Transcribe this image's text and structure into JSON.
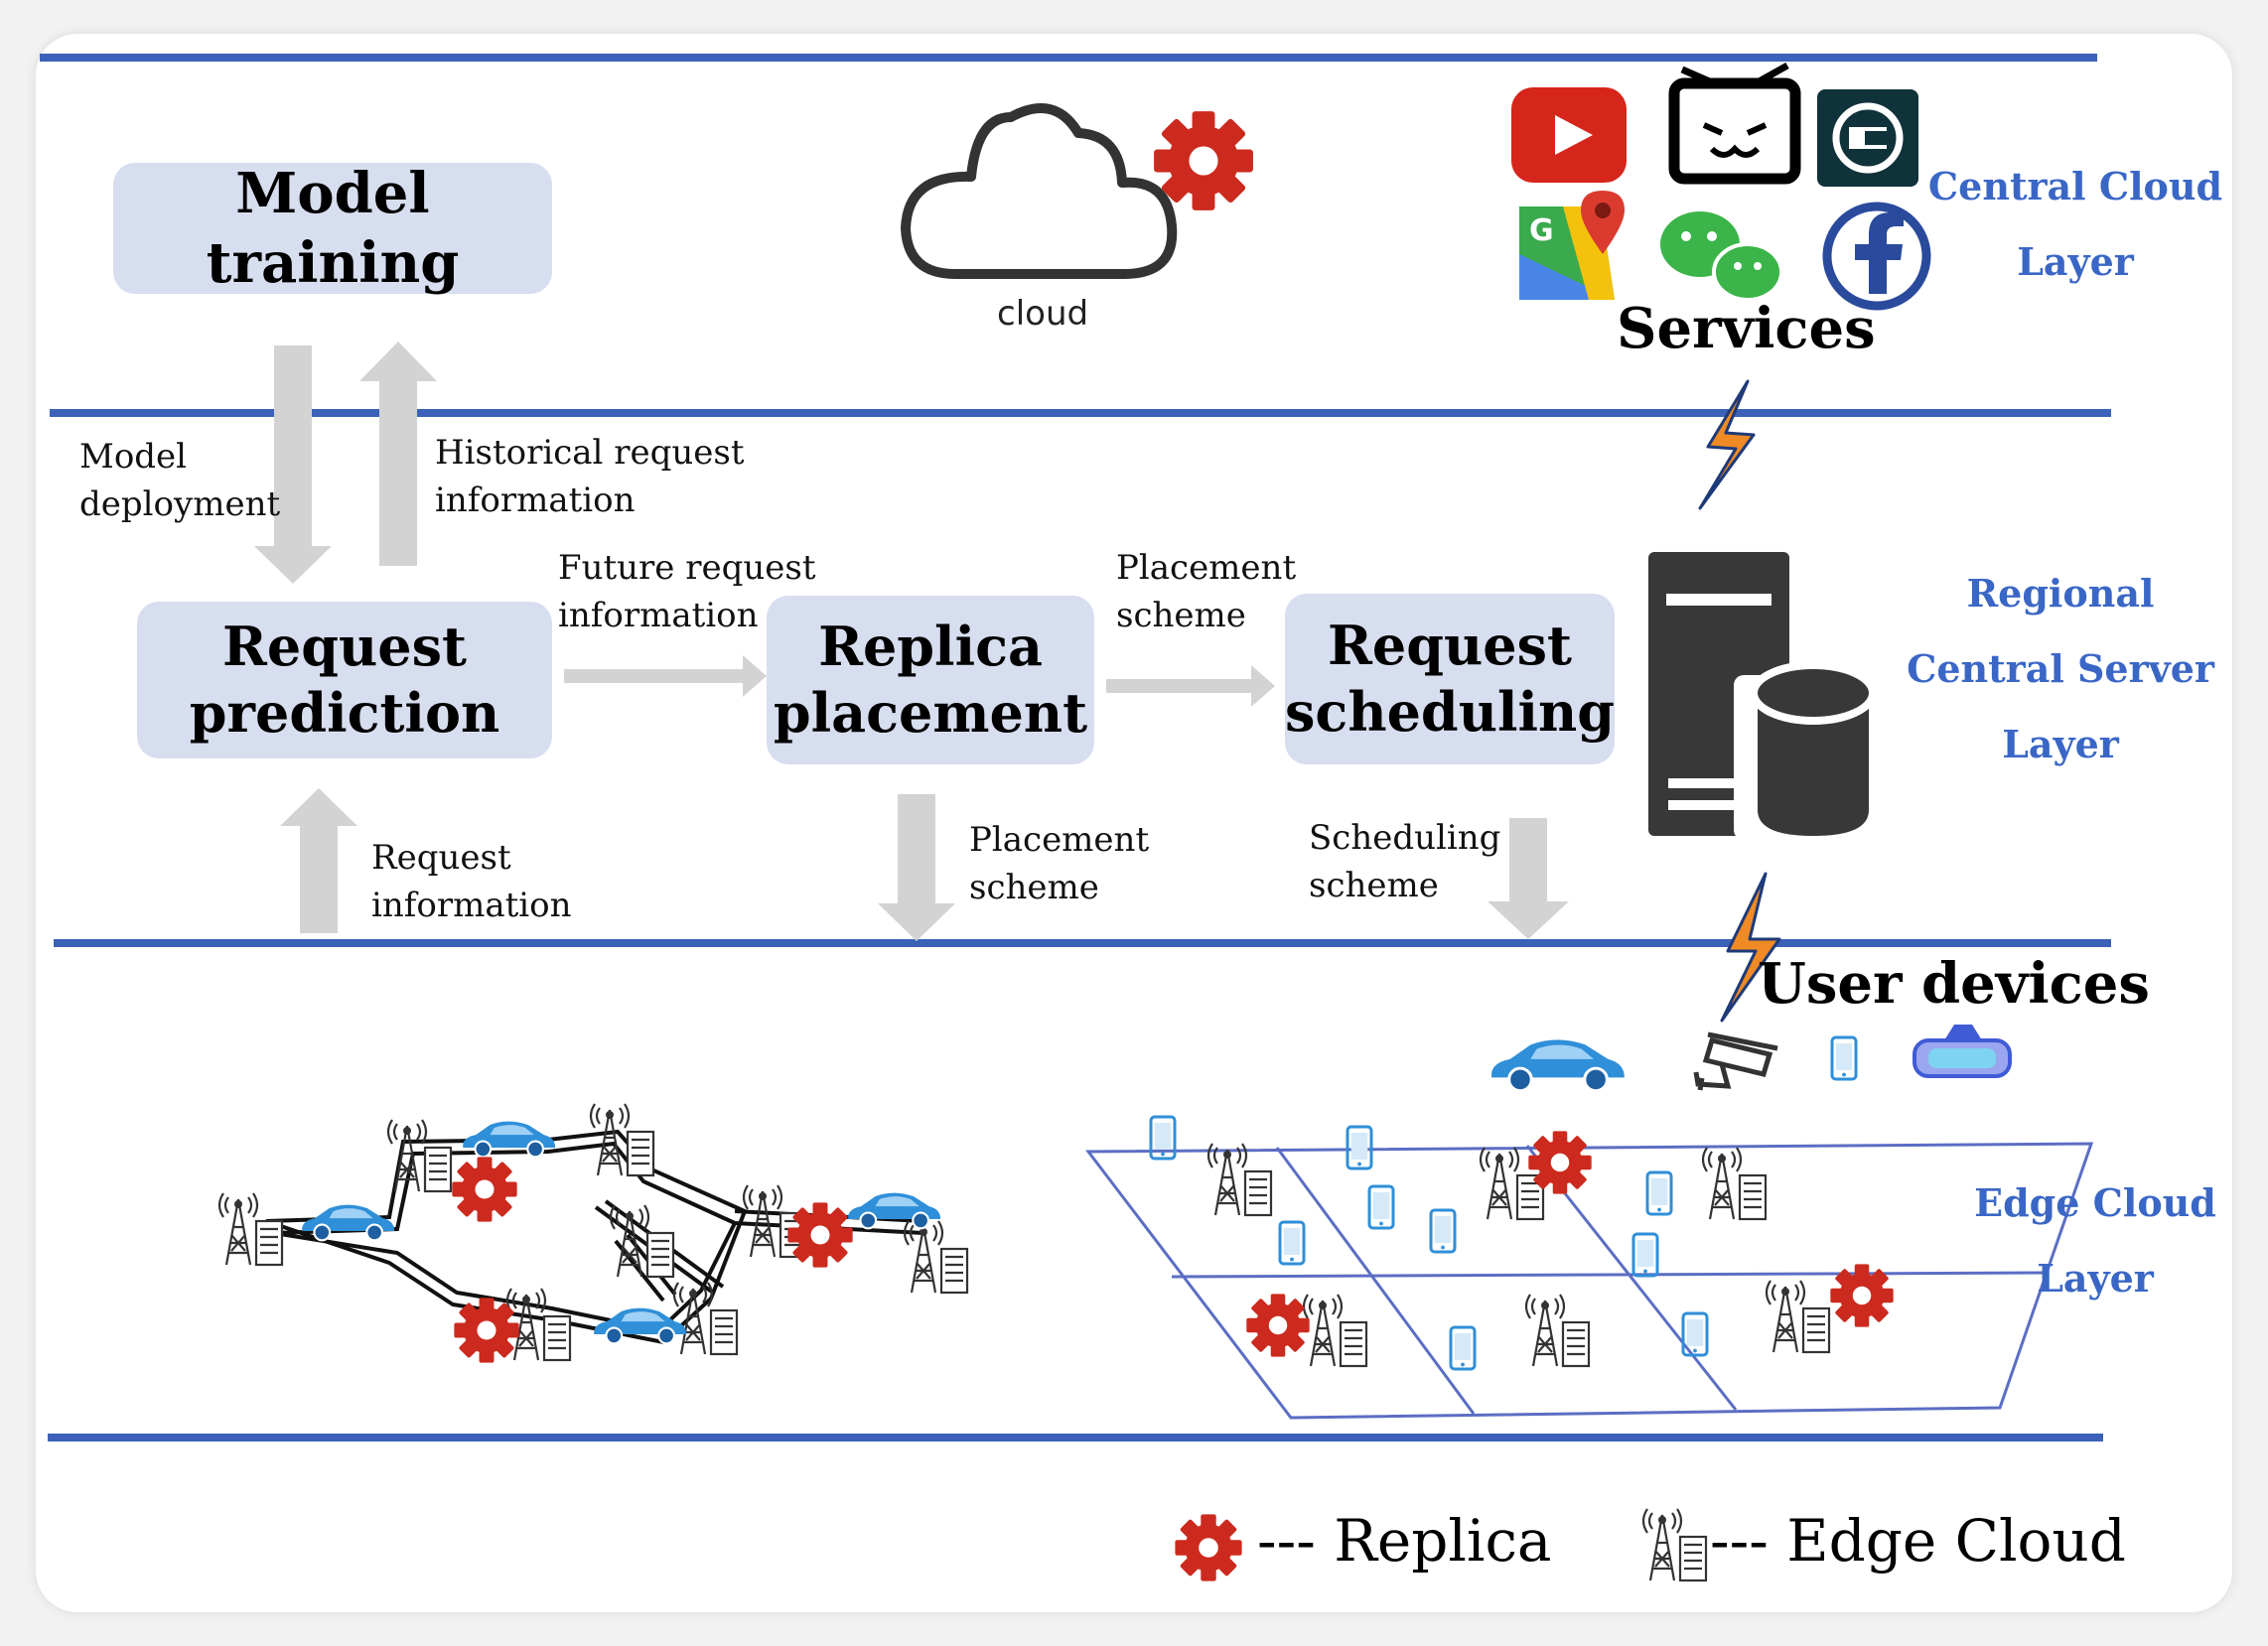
{
  "boxes": {
    "model_training": "Model training",
    "request_prediction": "Request prediction",
    "replica_placement": "Replica placement",
    "request_scheduling": "Request scheduling"
  },
  "labels": {
    "model_deployment": "Model deployment",
    "historical_request_information": "Historical request information",
    "future_request_information": "Future request information",
    "placement_scheme_top": "Placement scheme",
    "request_information": "Request information",
    "placement_scheme_bottom": "Placement scheme",
    "scheduling_scheme": "Scheduling scheme",
    "cloud": "cloud",
    "services": "Services",
    "user_devices": "User devices"
  },
  "layers": {
    "central": [
      "Central Cloud",
      "Layer"
    ],
    "regional": [
      "Regional",
      "Central Server",
      "Layer"
    ],
    "edge": [
      "Edge Cloud",
      "Layer"
    ]
  },
  "legend": {
    "replica": "--- Replica",
    "edge_cloud": "--- Edge Cloud"
  },
  "colors": {
    "layer_line": "#3b62b8",
    "box_fill": "#d7deef",
    "arrow_gray": "#d3d3d3",
    "replica_red": "#cc2a1e",
    "layer_text": "#3a67c6",
    "device_blue": "#2f8fd8"
  },
  "icons": {
    "services": [
      "youtube-icon",
      "bilibili-icon",
      "uber-icon",
      "google-maps-icon",
      "wechat-icon",
      "facebook-icon"
    ],
    "user_devices": [
      "car-icon",
      "camera-icon",
      "phone-icon",
      "vr-headset-icon"
    ]
  }
}
